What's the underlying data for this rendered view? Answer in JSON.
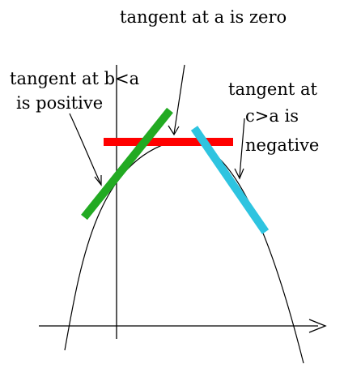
{
  "labels": {
    "top": "tangent at a is zero",
    "left_line1": "tangent at b<a",
    "left_line2": "is positive",
    "right_line1": "tangent at",
    "right_line2": "c>a is",
    "right_line3": "negative"
  },
  "colors": {
    "curve": "#000000",
    "axes": "#000000",
    "tangent_zero": "#ff0000",
    "tangent_positive": "#22aa22",
    "tangent_negative": "#2ec4e0",
    "text": "#000000"
  }
}
